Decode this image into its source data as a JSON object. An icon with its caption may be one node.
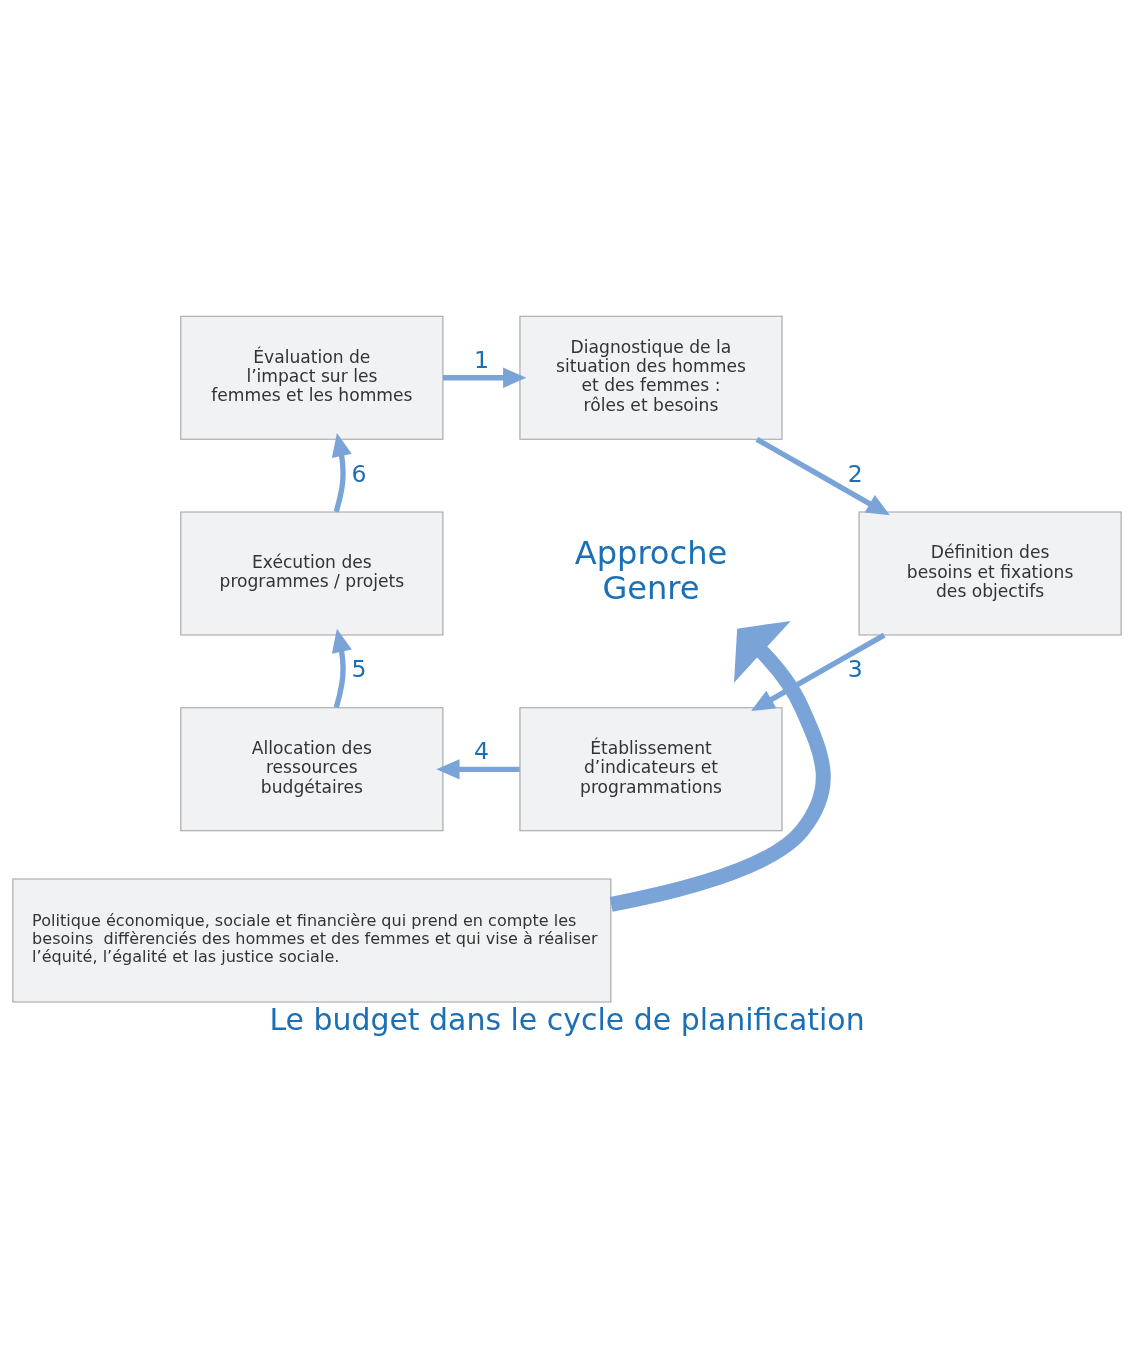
{
  "diagram": {
    "caption": "Le budget dans le cycle de planification",
    "nodes": [
      {
        "text": [
          "Évaluation de l’impact sur les femmes et les hommes"
        ]
      },
      {
        "text": [
          "Diagnostique de la situation des hommes et des femmes : rôles et besoins"
        ]
      },
      {
        "text": [
          "Définition des besoins et fixations des objectifs"
        ]
      },
      {
        "text": [
          "Établissement d’indicateurs et programmations"
        ]
      },
      {
        "text": [
          "Allocation des ressources budgétaires"
        ]
      },
      {
        "text": [
          "Exécution des programmes / projets"
        ]
      },
      {
        "text": [
          "Approche Genre"
        ]
      },
      {
        "text": [
          "Politique économique, sociale et financière qui prend en compte les besoins  diffèrenciés des hommes et des femmes et qui vise à réaliser l’équité, l’égalité et las justice sociale."
        ]
      }
    ],
    "edges": [
      {
        "from": 0,
        "to": 1,
        "arrow": "to",
        "label": "1"
      },
      {
        "from": 1,
        "to": 2,
        "arrow": "to",
        "label": "2"
      },
      {
        "from": 2,
        "to": 3,
        "arrow": "to",
        "label": "3"
      },
      {
        "from": 3,
        "to": 4,
        "arrow": "to",
        "label": "4"
      },
      {
        "from": 4,
        "to": 5,
        "arrow": "to",
        "label": "5"
      },
      {
        "from": 5,
        "to": 0,
        "arrow": "to",
        "label": "6"
      },
      {
        "from": 7,
        "to": 6,
        "arrow": "to",
        "style": "thick"
      }
    ]
  }
}
